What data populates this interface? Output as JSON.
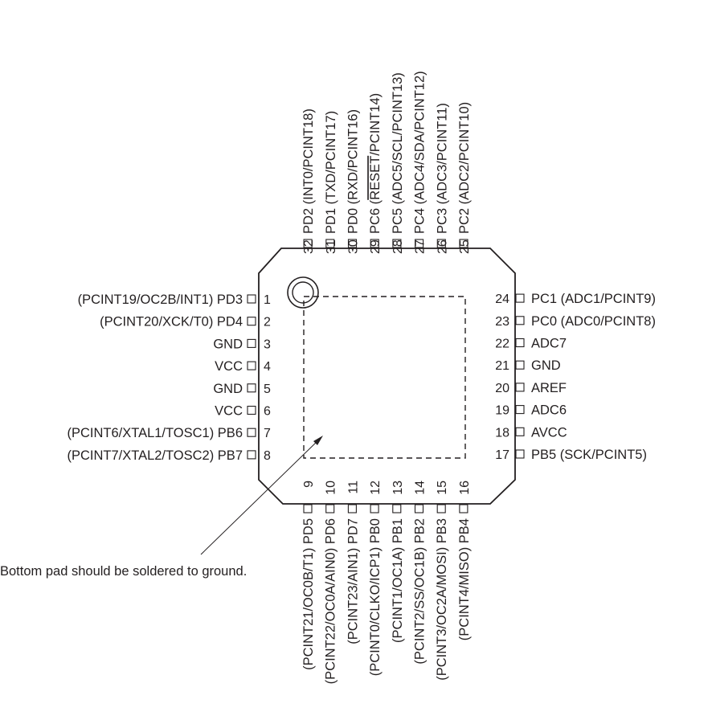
{
  "chip": {
    "pins": [
      {
        "num": "1",
        "label": "(PCINT19/OC2B/INT1) PD3"
      },
      {
        "num": "2",
        "label": "(PCINT20/XCK/T0) PD4"
      },
      {
        "num": "3",
        "label": "GND"
      },
      {
        "num": "4",
        "label": "VCC"
      },
      {
        "num": "5",
        "label": "GND"
      },
      {
        "num": "6",
        "label": "VCC"
      },
      {
        "num": "7",
        "label": "(PCINT6/XTAL1/TOSC1) PB6"
      },
      {
        "num": "8",
        "label": "(PCINT7/XTAL2/TOSC2) PB7"
      },
      {
        "num": "9",
        "label": "(PCINT21/OC0B/T1) PD5"
      },
      {
        "num": "10",
        "label": "(PCINT22/OC0A/AIN0) PD6"
      },
      {
        "num": "11",
        "label": "(PCINT23/AIN1) PD7"
      },
      {
        "num": "12",
        "label": "(PCINT0/CLKO/ICP1) PB0"
      },
      {
        "num": "13",
        "label": "(PCINT1/OC1A) PB1"
      },
      {
        "num": "14",
        "label": "(PCINT2/SS/OC1B) PB2"
      },
      {
        "num": "15",
        "label": "(PCINT3/OC2A/MOSI) PB3"
      },
      {
        "num": "16",
        "label": "(PCINT4/MISO) PB4"
      },
      {
        "num": "17",
        "label": "PB5 (SCK/PCINT5)"
      },
      {
        "num": "18",
        "label": "AVCC"
      },
      {
        "num": "19",
        "label": "ADC6"
      },
      {
        "num": "20",
        "label": "AREF"
      },
      {
        "num": "21",
        "label": "GND"
      },
      {
        "num": "22",
        "label": "ADC7"
      },
      {
        "num": "23",
        "label": "PC0 (ADC0/PCINT8)"
      },
      {
        "num": "24",
        "label": "PC1 (ADC1/PCINT9)"
      },
      {
        "num": "25",
        "label": "PC2 (ADC2/PCINT10)"
      },
      {
        "num": "26",
        "label": "PC3 (ADC3/PCINT11)"
      },
      {
        "num": "27",
        "label": "PC4 (ADC4/SDA/PCINT12)"
      },
      {
        "num": "28",
        "label": "PC5 (ADC5/SCL/PCINT13)"
      },
      {
        "num": "29",
        "label": "PC6 (RESET/PCINT14)"
      },
      {
        "num": "30",
        "label": "PD0 (RXD/PCINT16)"
      },
      {
        "num": "31",
        "label": "PD1 (TXD/PCINT17)"
      },
      {
        "num": "32",
        "label": "PD2 (INT0/PCINT18)"
      }
    ],
    "note": "Bottom pad should be soldered to ground."
  }
}
